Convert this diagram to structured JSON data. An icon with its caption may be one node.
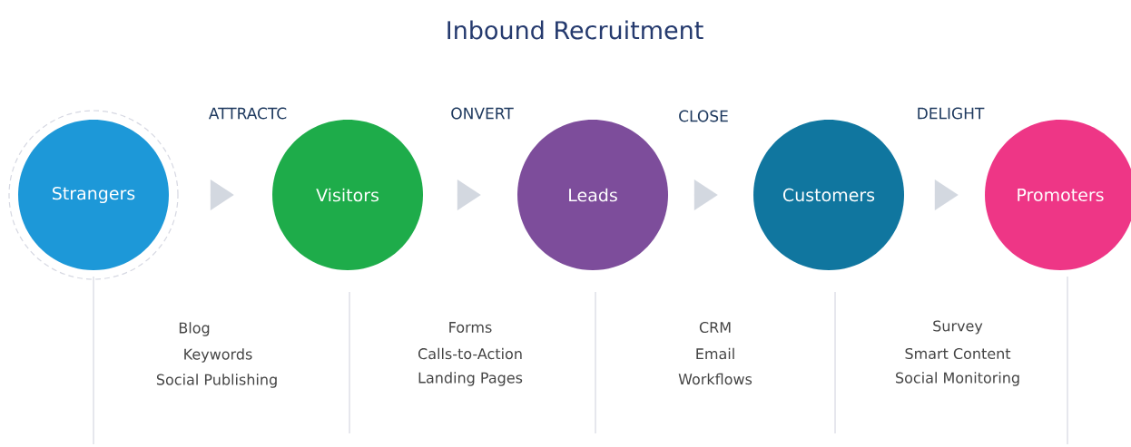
{
  "diagram": {
    "title": "Inbound Recruitment",
    "nodes": [
      {
        "text": [
          "Strangers"
        ]
      },
      {
        "text": [
          "Visitors"
        ]
      },
      {
        "text": [
          "Leads"
        ]
      },
      {
        "text": [
          "Customers"
        ]
      },
      {
        "text": [
          "Promoters"
        ]
      }
    ],
    "edges": [
      {
        "from": 0,
        "to": 1,
        "arrow": "to",
        "label": "ATTRACTC"
      },
      {
        "from": 1,
        "to": 2,
        "arrow": "to",
        "label": "ONVERT"
      },
      {
        "from": 2,
        "to": 3,
        "arrow": "to",
        "label": "CLOSE"
      },
      {
        "from": 3,
        "to": 4,
        "arrow": "to",
        "label": "DELIGHT"
      }
    ],
    "labels": [
      "Blog",
      "Keywords",
      "Social Publishing",
      "Forms",
      "Calls-to-Action",
      "Landing Pages",
      "CRM",
      "Email",
      "Workflows",
      "Survey",
      "Smart Content",
      "Social Monitoring"
    ]
  }
}
